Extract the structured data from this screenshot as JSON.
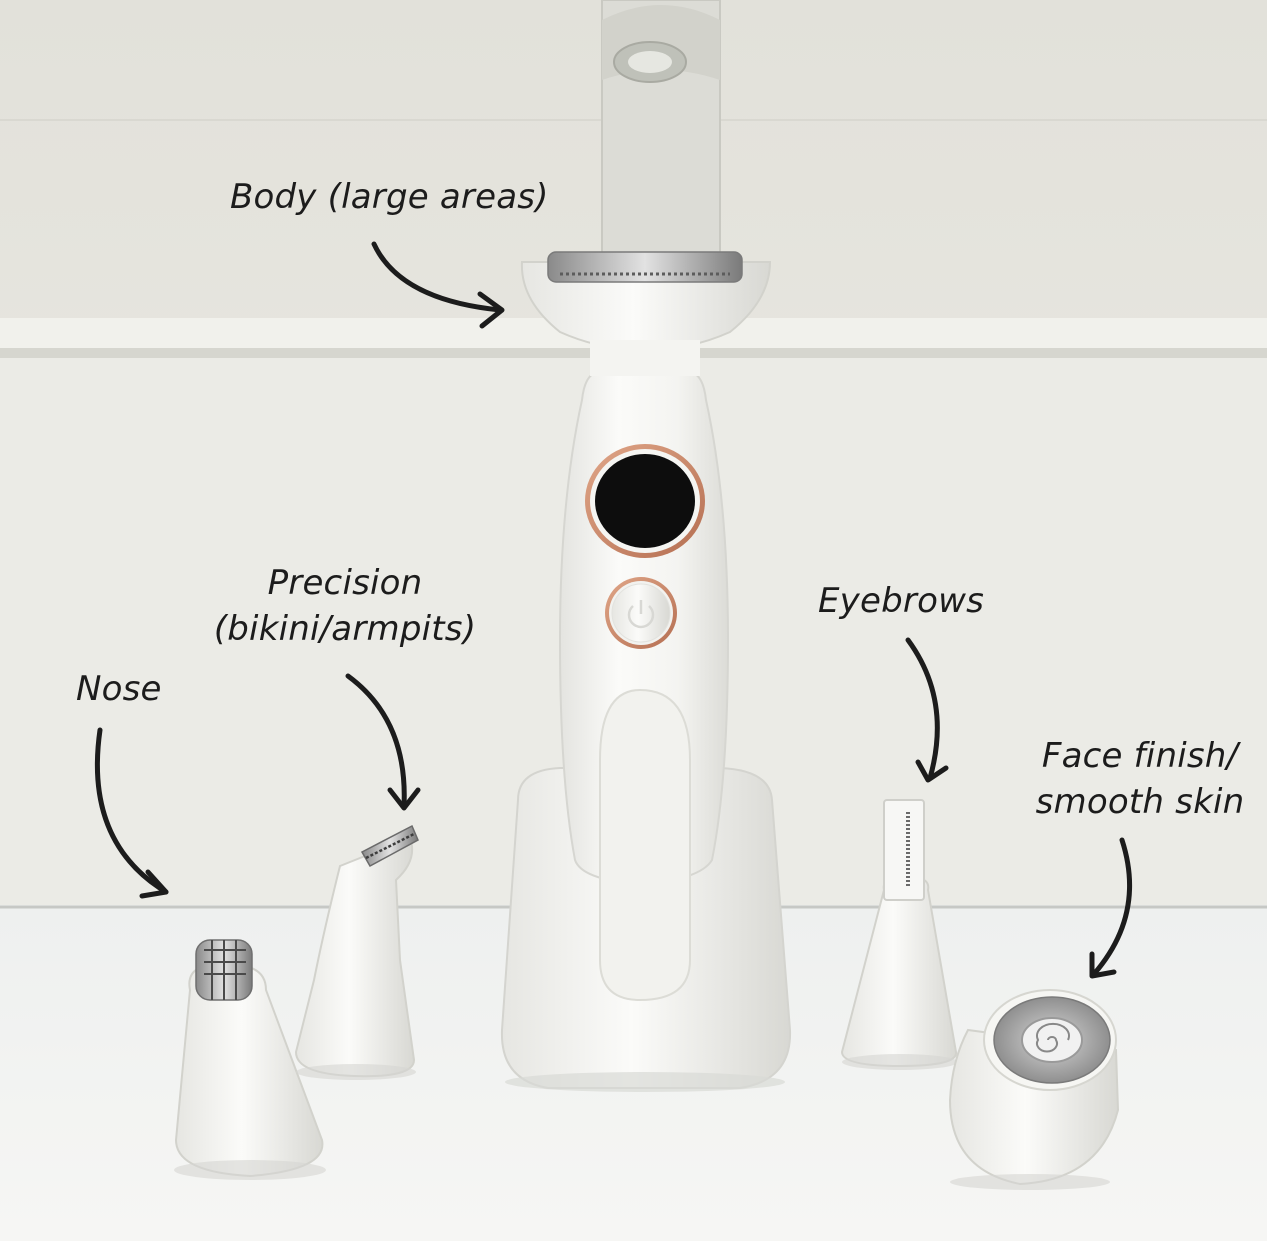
{
  "annotations": {
    "body": "Body (large areas)",
    "precision_line1": "Precision",
    "precision_line2": "(bikini/armpits)",
    "nose": "Nose",
    "eyebrows": "Eyebrows",
    "face_line1": "Face finish/",
    "face_line2": "smooth skin"
  },
  "colors": {
    "wall": "#e9e8e2",
    "counter": "#f3f3f0",
    "device_white": "#fafaf8",
    "rose_gold": "#c9866a",
    "display_black": "#0d0d0d",
    "label_ink": "#1c1c1c"
  }
}
